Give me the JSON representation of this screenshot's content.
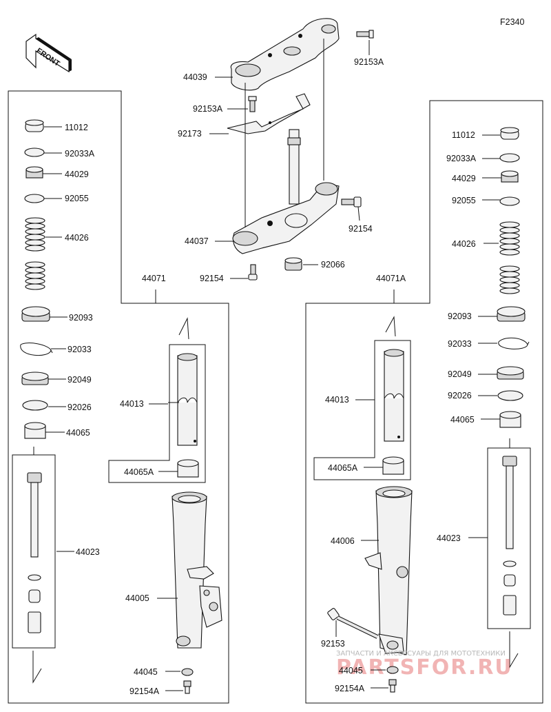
{
  "diagram_code": "F2340",
  "front_arrow_label": "FRONT",
  "labels": {
    "steering": {
      "p44039": "44039",
      "p92153A_top": "92153A",
      "p92153A_mid": "92153A",
      "p92173": "92173",
      "p44037": "44037",
      "p92154_r": "92154",
      "p92154_l": "92154",
      "p92066": "92066"
    },
    "left_fork": {
      "assembly": "44071",
      "p11012": "11012",
      "p92033A": "92033A",
      "p44029": "44029",
      "p92055": "92055",
      "p44026": "44026",
      "p92093": "92093",
      "p92033": "92033",
      "p92049": "92049",
      "p92026": "92026",
      "p44065": "44065",
      "p44023": "44023",
      "p44013": "44013",
      "p44065A": "44065A",
      "p44005": "44005",
      "p44045": "44045",
      "p92154A": "92154A"
    },
    "right_fork": {
      "assembly": "44071A",
      "p11012": "11012",
      "p92033A": "92033A",
      "p44029": "44029",
      "p92055": "92055",
      "p44026": "44026",
      "p92093": "92093",
      "p92033": "92033",
      "p92049": "92049",
      "p92026": "92026",
      "p44065": "44065",
      "p44023": "44023",
      "p44013": "44013",
      "p44065A": "44065A",
      "p44006": "44006",
      "p92153": "92153",
      "p44045": "44045",
      "p92154A": "92154A"
    }
  },
  "watermark": {
    "line1": "ЗАПЧАСТИ И АКСЕССУАРЫ ДЛЯ МОТОТЕХНИКИ",
    "line2": "PARTSFOR.RU"
  }
}
